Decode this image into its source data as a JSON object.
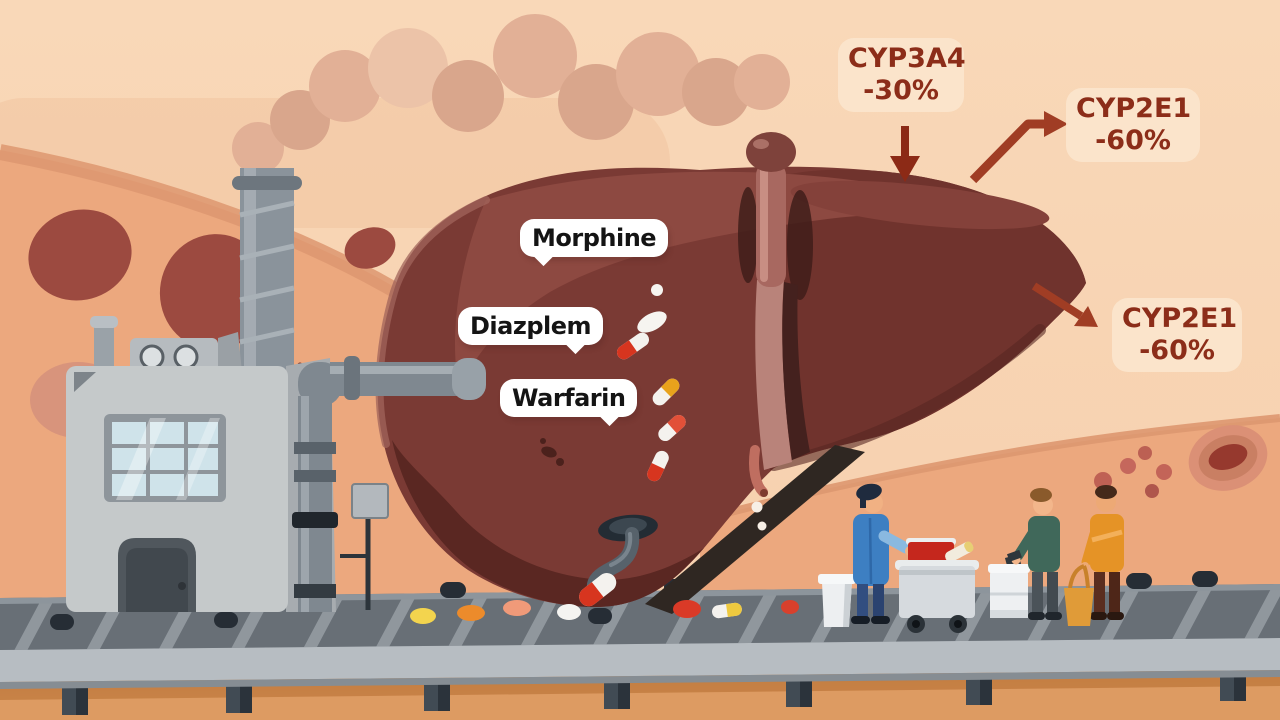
{
  "illustration": {
    "enzyme_labels": [
      {
        "name": "CYP3A4",
        "change": "-30%"
      },
      {
        "name": "CYP2E1",
        "change": "-60%"
      },
      {
        "name": "CYP2E1",
        "change": "-60%"
      }
    ],
    "drug_bubbles": [
      {
        "label": "Morphine"
      },
      {
        "label": "Diazplem"
      },
      {
        "label": "Warfarin"
      }
    ],
    "colors": {
      "sky": "#f8d4b3",
      "hill": "#eca87e",
      "hill_ridge": "#dd9770",
      "ground": "#cf8a4e",
      "liver_main": "#7a3a34",
      "liver_dark": "#5a2722",
      "liver_light": "#8d4941",
      "enzyme_text": "#8c2d19",
      "enzyme_label_bg": "#fbe5cd",
      "bubble_bg": "#ffffff",
      "bubble_text": "#141414",
      "factory_gray": "#c5c9ca",
      "belt_gray": "#686f76",
      "arrow": "#993a22",
      "capsule_red": "#d7351f",
      "pill_yellow": "#f3d44e",
      "pill_orange": "#ec8b2b"
    }
  }
}
